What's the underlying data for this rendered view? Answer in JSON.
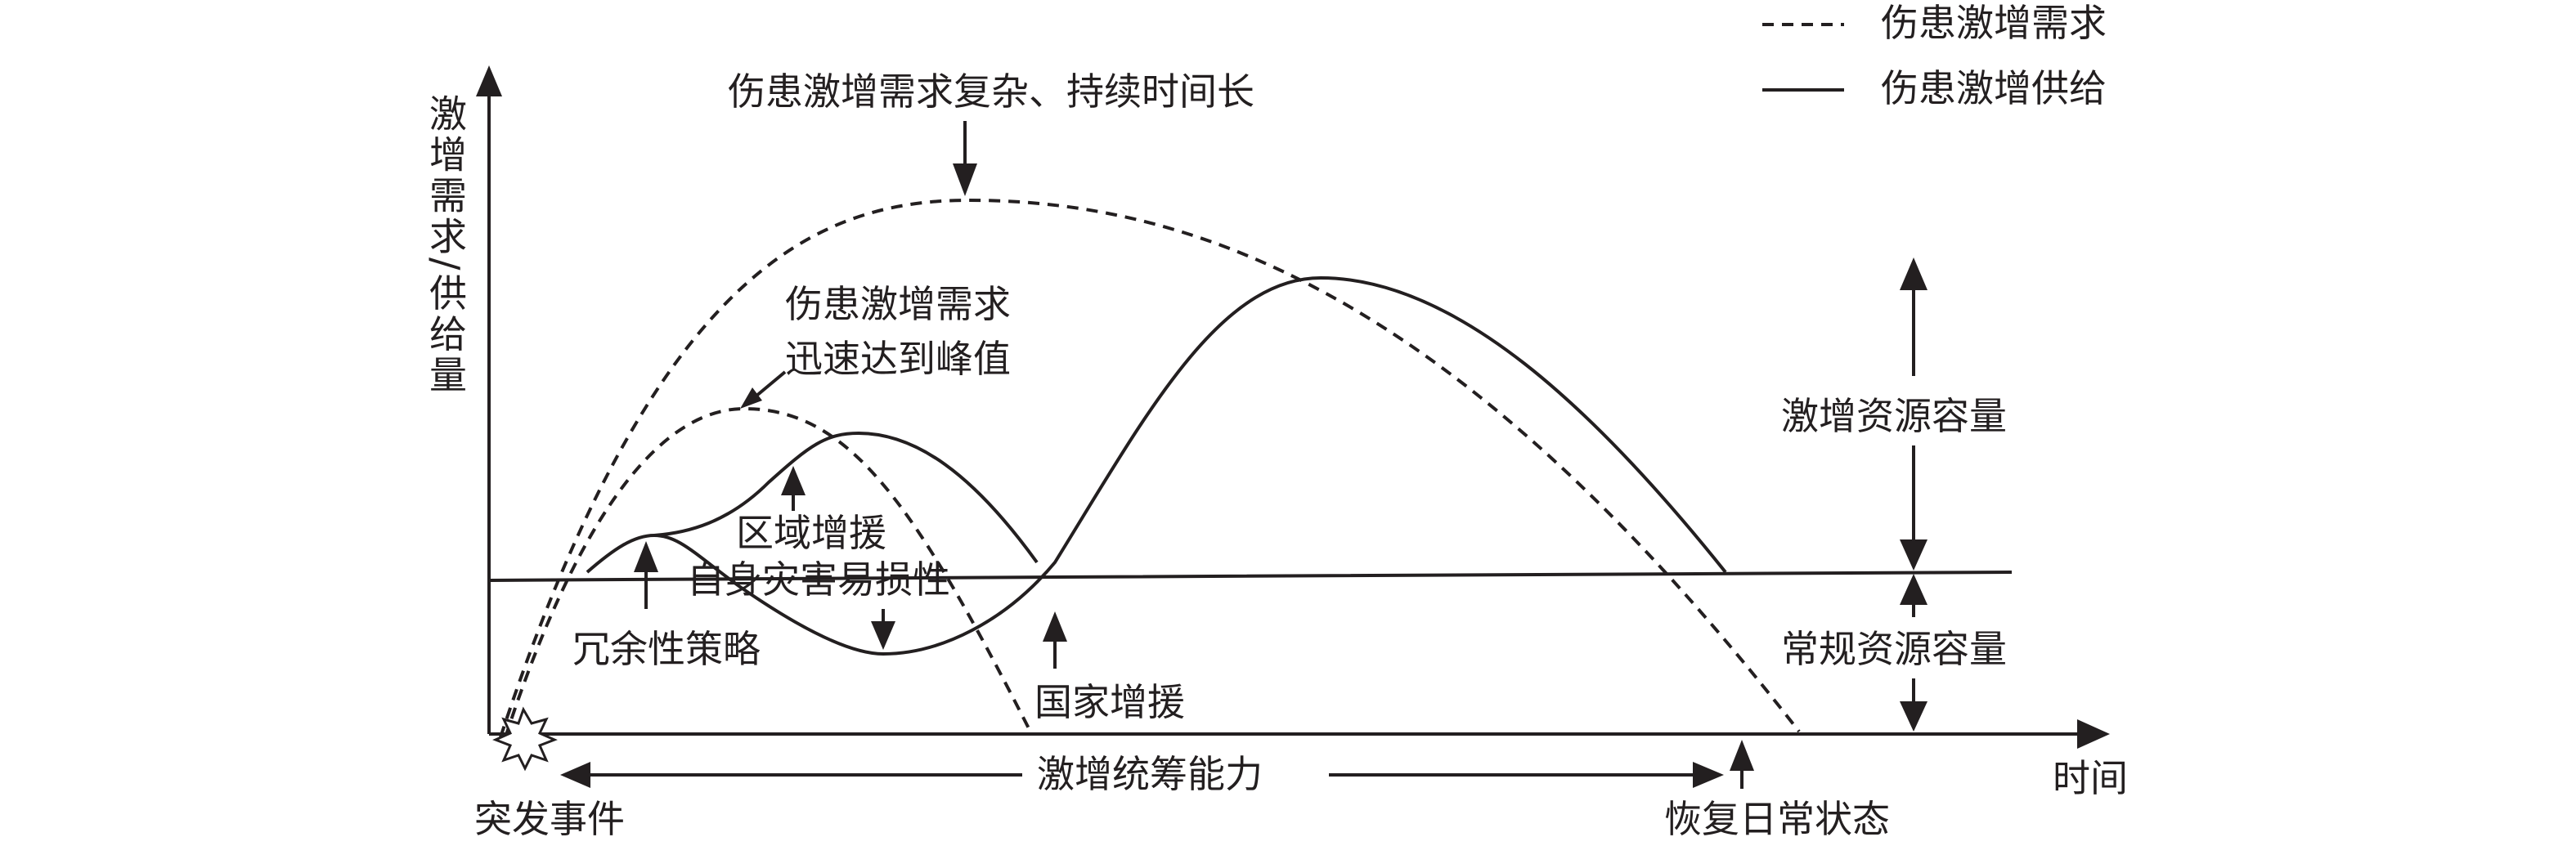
{
  "legend": {
    "demand": "伤患激增需求",
    "supply": "伤患激增供给"
  },
  "axes": {
    "y_label": "激增需求/供给量",
    "x_label": "时间"
  },
  "annotations": {
    "complex_long": "伤患激增需求复杂、持续时间长",
    "rapid_peak_1": "伤患激增需求",
    "rapid_peak_2": "迅速达到峰值",
    "regional_aid": "区域增援",
    "vulnerability": "自身灾害易损性",
    "redundancy": "冗余性策略",
    "national_aid": "国家增援",
    "surge_capacity": "激增资源容量",
    "normal_capacity": "常规资源容量",
    "coordination": "激增统筹能力",
    "emergency_event": "突发事件",
    "recovery": "恢复日常状态"
  },
  "colors": {
    "ink": "#231f20",
    "background": "#ffffff"
  },
  "icons": {
    "event": "explosion-burst-icon"
  }
}
